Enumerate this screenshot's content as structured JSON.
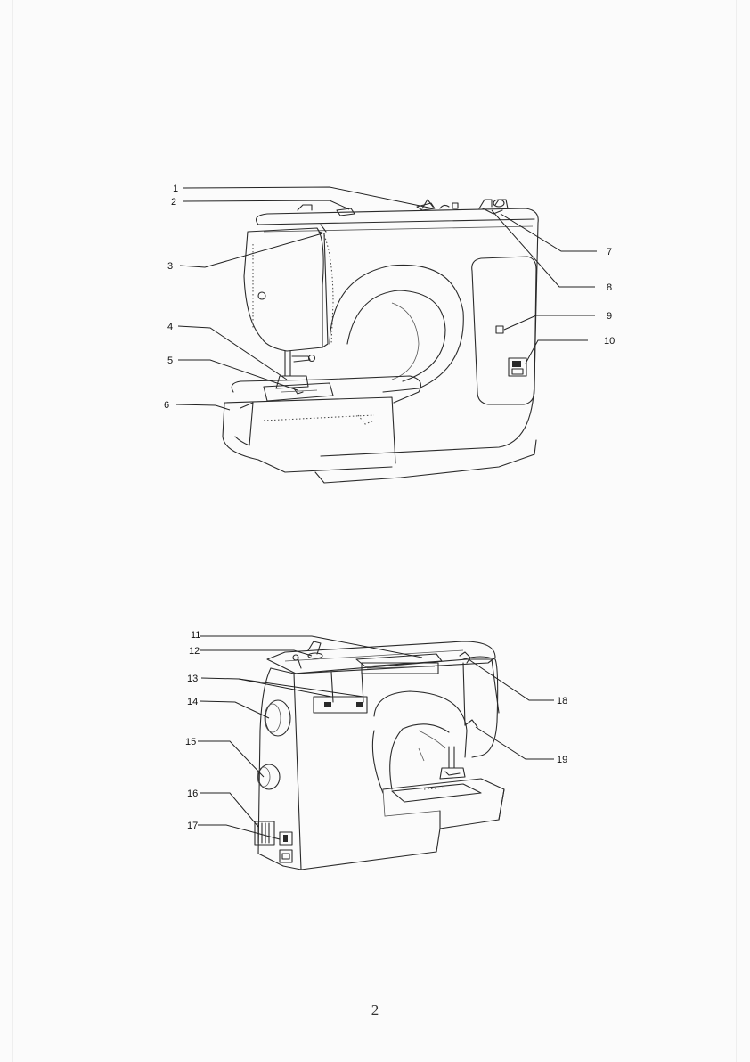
{
  "figures": {
    "front_view": {
      "labels": [
        "1",
        "2",
        "3",
        "4",
        "5",
        "6",
        "7",
        "8",
        "9",
        "10"
      ]
    },
    "back_view": {
      "labels": [
        "11",
        "12",
        "13",
        "14",
        "15",
        "16",
        "17",
        "18",
        "19"
      ]
    }
  },
  "page_number": "2"
}
